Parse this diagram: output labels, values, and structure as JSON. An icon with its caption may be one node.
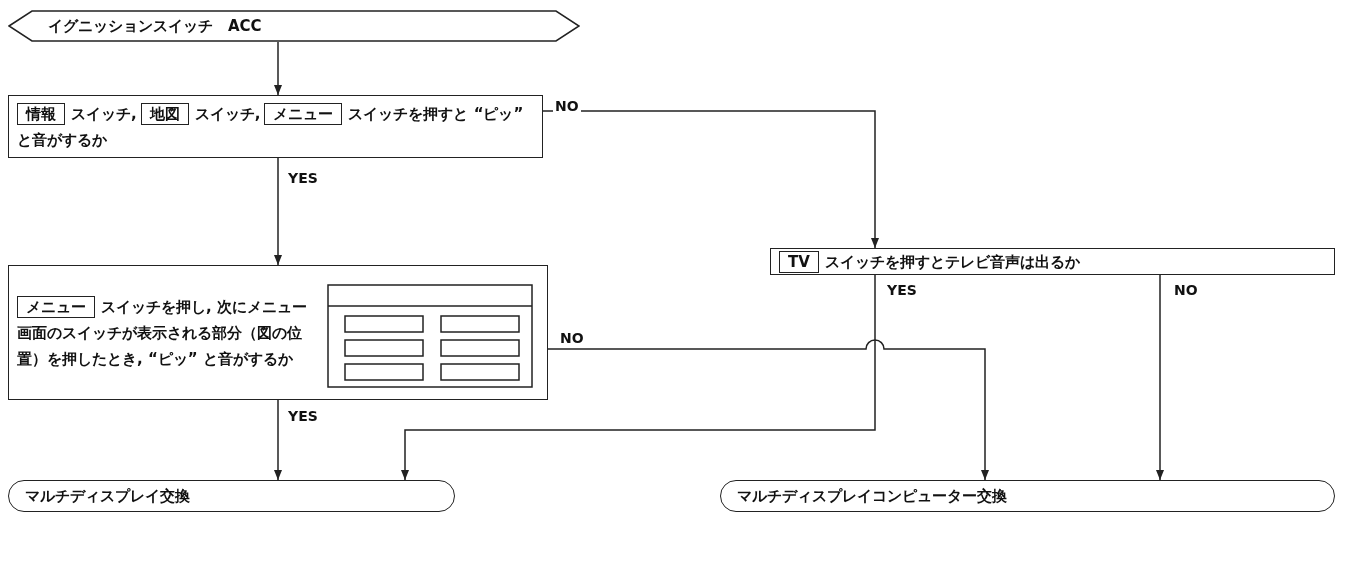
{
  "diagram": {
    "nodes": [
      {
        "text": [
          "イグニッションスイッチ　ACC"
        ]
      },
      {
        "text": [
          "スイッチ,",
          "スイッチ,",
          "スイッチを押すと “ピッ” と音がするか"
        ]
      },
      {
        "text": [
          "情報"
        ],
        "in": 1
      },
      {
        "text": [
          "地図"
        ],
        "in": 1
      },
      {
        "text": [
          "メニュー"
        ],
        "in": 1
      },
      {
        "text": [
          "スイッチを押し, 次にメニュー画面のスイッチが表示される部分（図の位置）を押したとき, “ピッ” と音がするか"
        ]
      },
      {
        "text": [
          "メニュー"
        ],
        "in": 5
      },
      {
        "text": [
          "スイッチを押すとテレビ音声は出るか"
        ]
      },
      {
        "text": [
          "TV"
        ],
        "in": 7
      },
      {
        "text": [
          "マルチディスプレイ交換"
        ]
      },
      {
        "text": [
          "マルチディスプレイコンピューター交換"
        ]
      }
    ],
    "edges": [
      {
        "from": 0,
        "to": 1,
        "arrow": "to"
      },
      {
        "from": 1,
        "to": 5,
        "arrow": "to",
        "label": "YES"
      },
      {
        "from": 1,
        "to": 7,
        "arrow": "to",
        "label": "NO"
      },
      {
        "from": 5,
        "to": 9,
        "arrow": "to",
        "label": "YES"
      },
      {
        "from": 5,
        "to": 10,
        "arrow": "to",
        "label": "NO"
      },
      {
        "from": 7,
        "to": 9,
        "arrow": "to",
        "label": "YES"
      },
      {
        "from": 7,
        "to": 10,
        "arrow": "to",
        "label": "NO"
      }
    ]
  }
}
